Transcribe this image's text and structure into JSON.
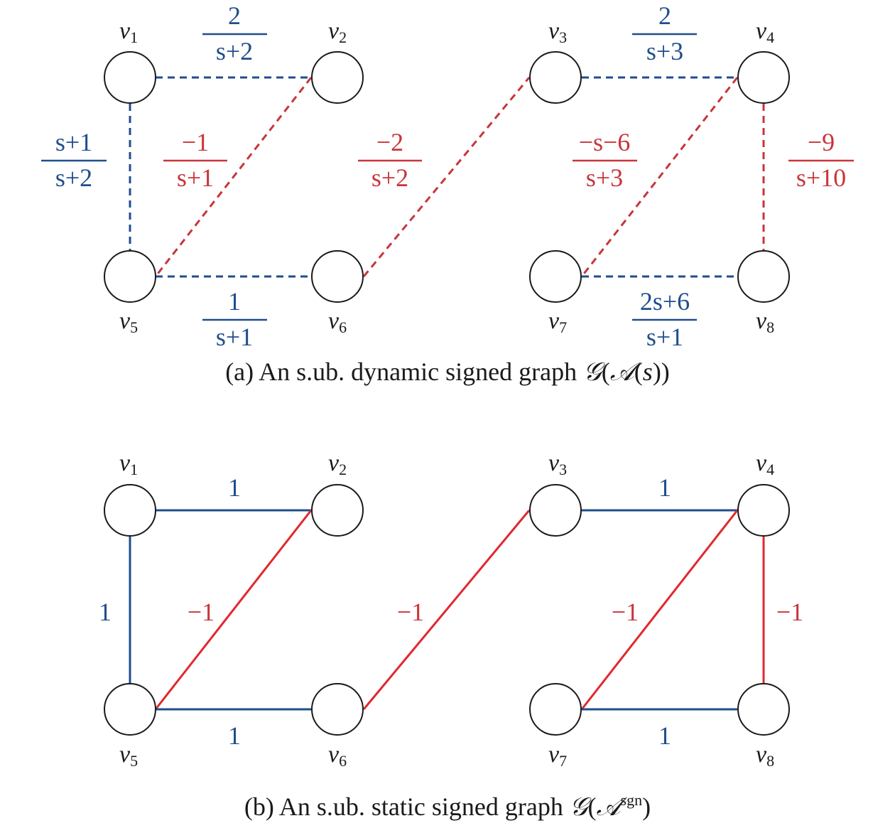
{
  "colors": {
    "positive": "#1f4e8c",
    "negative": "#c8353a",
    "node_stroke": "#1a1a1a"
  },
  "node_names": {
    "v1": {
      "base": "v",
      "sub": "1"
    },
    "v2": {
      "base": "v",
      "sub": "2"
    },
    "v3": {
      "base": "v",
      "sub": "3"
    },
    "v4": {
      "base": "v",
      "sub": "4"
    },
    "v5": {
      "base": "v",
      "sub": "5"
    },
    "v6": {
      "base": "v",
      "sub": "6"
    },
    "v7": {
      "base": "v",
      "sub": "7"
    },
    "v8": {
      "base": "v",
      "sub": "8"
    }
  },
  "graph_a": {
    "caption": {
      "prefix": "(a) An s.ub. dynamic signed graph ",
      "sym_g": "𝒢",
      "open1": "(",
      "sym_a": "𝒜",
      "open2": "(",
      "var": "s",
      "close": "))"
    },
    "edges": {
      "v1_v2": {
        "num": "2",
        "den": "s+2",
        "sign": "positive"
      },
      "v1_v5": {
        "num": "s+1",
        "den": "s+2",
        "sign": "positive"
      },
      "v2_v5": {
        "num": "−1",
        "den": "s+1",
        "sign": "negative"
      },
      "v5_v6": {
        "num": "1",
        "den": "s+1",
        "sign": "positive"
      },
      "v6_v3": {
        "num": "−2",
        "den": "s+2",
        "sign": "negative"
      },
      "v3_v4": {
        "num": "2",
        "den": "s+3",
        "sign": "positive"
      },
      "v4_v7": {
        "num": "−s−6",
        "den": "s+3",
        "sign": "negative"
      },
      "v4_v8": {
        "num": "−9",
        "den": "s+10",
        "sign": "negative"
      },
      "v7_v8": {
        "num": "2s+6",
        "den": "s+1",
        "sign": "positive"
      }
    }
  },
  "graph_b": {
    "caption": {
      "prefix": "(b) An s.ub. static signed graph ",
      "sym_g": "𝒢",
      "open": "(",
      "sym_a": "𝒜",
      "sup": "sgn",
      "close": ")"
    },
    "edges": {
      "v1_v2": {
        "weight": "1",
        "sign": "positive"
      },
      "v1_v5": {
        "weight": "1",
        "sign": "positive"
      },
      "v2_v5": {
        "weight": "−1",
        "sign": "negative"
      },
      "v5_v6": {
        "weight": "1",
        "sign": "positive"
      },
      "v6_v3": {
        "weight": "−1",
        "sign": "negative"
      },
      "v3_v4": {
        "weight": "1",
        "sign": "positive"
      },
      "v4_v7": {
        "weight": "−1",
        "sign": "negative"
      },
      "v4_v8": {
        "weight": "−1",
        "sign": "negative"
      },
      "v7_v8": {
        "weight": "1",
        "sign": "positive"
      }
    }
  }
}
